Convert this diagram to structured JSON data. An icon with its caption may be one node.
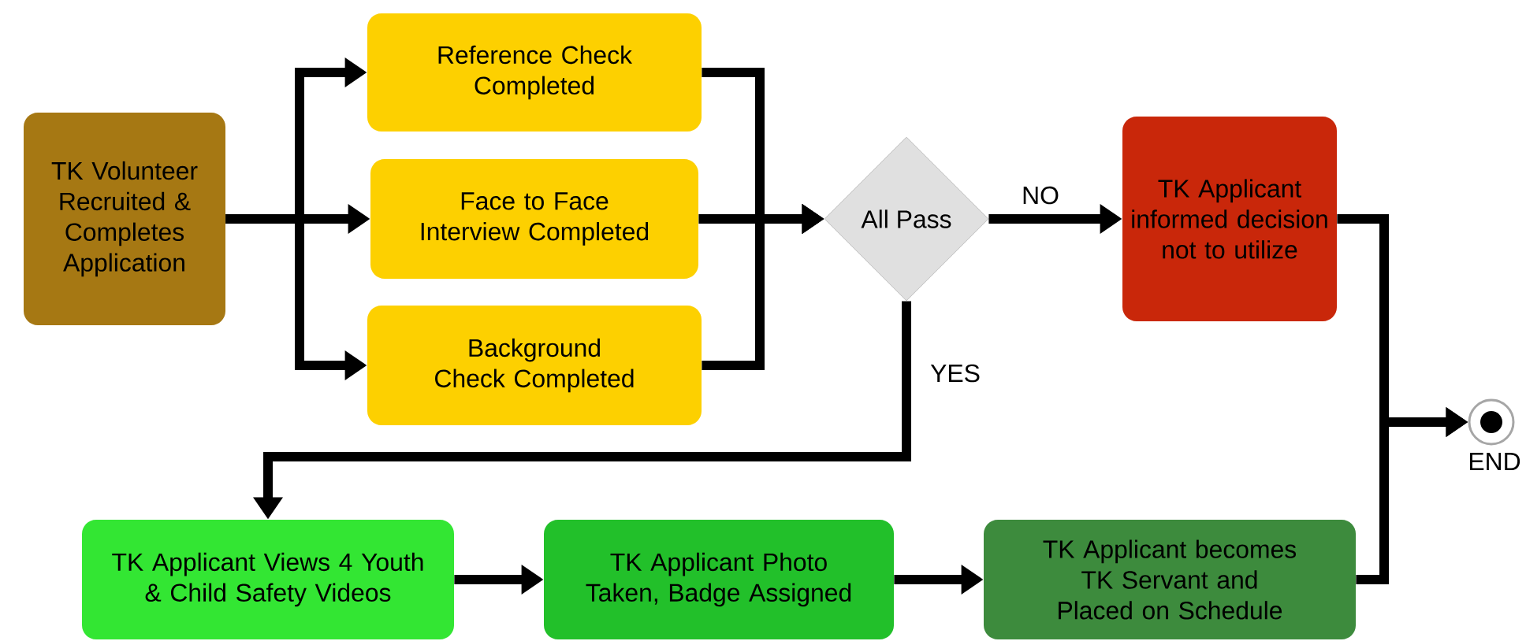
{
  "diagram": {
    "nodes": [
      {
        "text": [
          "TK Volunteer Recruited & Completes Application"
        ]
      },
      {
        "text": [
          "Reference Check Completed"
        ]
      },
      {
        "text": [
          "Face to Face Interview Completed"
        ]
      },
      {
        "text": [
          "Background Check Completed"
        ]
      },
      {
        "text": [
          "All Pass"
        ]
      },
      {
        "text": [
          "TK Applicant informed decision not to utilize"
        ]
      },
      {
        "text": [],
        "shape": "circle",
        "beside": [
          "END"
        ]
      },
      {
        "text": [
          "TK Applicant Views 4 Youth & Child Safety Videos"
        ]
      },
      {
        "text": [
          "TK Applicant Photo Taken, Badge Assigned"
        ]
      },
      {
        "text": [
          "TK Applicant becomes TK Servant and Placed on Schedule"
        ]
      }
    ],
    "edges": [
      {
        "from": 0,
        "to": 1,
        "arrow": "to"
      },
      {
        "from": 0,
        "to": 2,
        "arrow": "to"
      },
      {
        "from": 0,
        "to": 3,
        "arrow": "to"
      },
      {
        "from": 1,
        "to": 4,
        "arrow": "to"
      },
      {
        "from": 2,
        "to": 4,
        "arrow": "to"
      },
      {
        "from": 3,
        "to": 4,
        "arrow": "to"
      },
      {
        "from": 4,
        "to": 5,
        "arrow": "to",
        "label": "NO"
      },
      {
        "from": 4,
        "to": 7,
        "arrow": "to",
        "label": "YES"
      },
      {
        "from": 7,
        "to": 8,
        "arrow": "to"
      },
      {
        "from": 8,
        "to": 9,
        "arrow": "to"
      },
      {
        "from": 5,
        "to": 6,
        "arrow": "to"
      },
      {
        "from": 9,
        "to": 6,
        "arrow": "to"
      }
    ]
  }
}
